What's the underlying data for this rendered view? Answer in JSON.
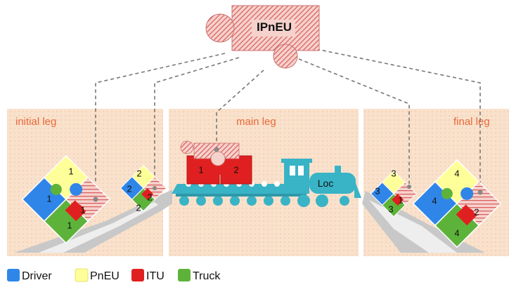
{
  "title": "IPnEU",
  "legs": {
    "initial": "initial leg",
    "main": "main leg",
    "final": "final leg"
  },
  "locomotive_label": "Loc",
  "wagon_numbers": [
    "1",
    "2"
  ],
  "initial_big_puzzle": [
    "1",
    "1",
    "1",
    "1"
  ],
  "initial_small_puzzle": [
    "2",
    "2",
    "2",
    "2"
  ],
  "final_small_puzzle": [
    "3",
    "3",
    "3",
    "1"
  ],
  "final_big_puzzle": [
    "4",
    "4",
    "4",
    "2"
  ],
  "legend": [
    {
      "label": "Driver",
      "color": "#2f86e8"
    },
    {
      "label": "PnEU",
      "color": "#ffff99"
    },
    {
      "label": "ITU",
      "color": "#e02020"
    },
    {
      "label": "Truck",
      "color": "#5db33a"
    }
  ],
  "colors": {
    "panel": "#f9e3cf",
    "hatch": "#d96060",
    "train": "#39b3c6",
    "road": "#bbbbbb",
    "label": "#e8683a"
  }
}
